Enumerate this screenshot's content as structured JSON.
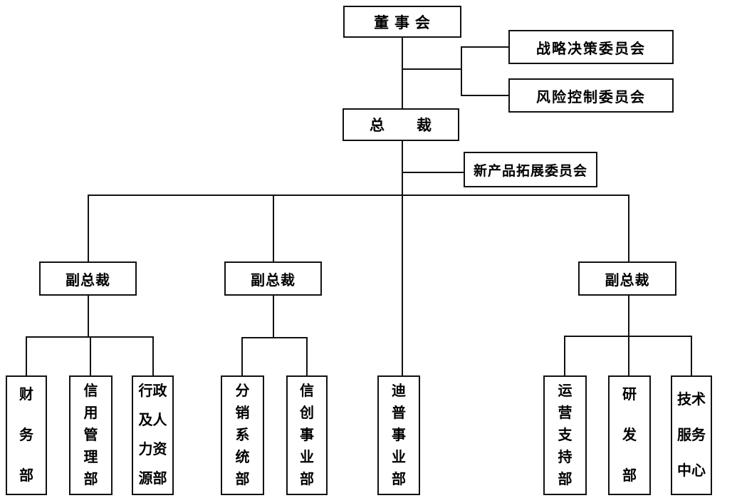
{
  "colors": {
    "background": "#ffffff",
    "line": "#111111",
    "text": "#000000"
  },
  "nodes": {
    "board": {
      "label": "董 事 会"
    },
    "strategy_committee": {
      "label": "战略决策委员会"
    },
    "risk_committee": {
      "label": "风险控制委员会"
    },
    "president": {
      "label": "总　　裁"
    },
    "new_product_committee": {
      "label": "新产品拓展委员会"
    },
    "vp_left": {
      "label": "副总裁"
    },
    "vp_middle": {
      "label": "副总裁"
    },
    "vp_right": {
      "label": "副总裁"
    },
    "dept_finance": {
      "label": "财\n务\n部"
    },
    "dept_credit_management": {
      "label": "信\n用\n管\n理\n部"
    },
    "dept_admin_hr": {
      "label": "行政\n及人\n力资\n源部"
    },
    "dept_distribution_system": {
      "label": "分\n销\n系\n统\n部"
    },
    "dept_xinchuang_business": {
      "label": "信\n创\n事\n业\n部"
    },
    "dept_dipu_business": {
      "label": "迪\n普\n事\n业\n部"
    },
    "dept_operations_support": {
      "label": "运\n营\n支\n持\n部"
    },
    "dept_rnd": {
      "label": "研\n发\n部"
    },
    "dept_tech_service_center": {
      "label": "技术\n服务\n中心"
    }
  },
  "edges": [
    {
      "from": "board",
      "to": "strategy_committee"
    },
    {
      "from": "board",
      "to": "risk_committee"
    },
    {
      "from": "board",
      "to": "president"
    },
    {
      "from": "president",
      "to": "new_product_committee"
    },
    {
      "from": "president",
      "to": "vp_left"
    },
    {
      "from": "president",
      "to": "vp_middle"
    },
    {
      "from": "president",
      "to": "dept_dipu_business"
    },
    {
      "from": "president",
      "to": "vp_right"
    },
    {
      "from": "vp_left",
      "to": "dept_finance"
    },
    {
      "from": "vp_left",
      "to": "dept_credit_management"
    },
    {
      "from": "vp_left",
      "to": "dept_admin_hr"
    },
    {
      "from": "vp_middle",
      "to": "dept_distribution_system"
    },
    {
      "from": "vp_middle",
      "to": "dept_xinchuang_business"
    },
    {
      "from": "vp_right",
      "to": "dept_operations_support"
    },
    {
      "from": "vp_right",
      "to": "dept_rnd"
    },
    {
      "from": "vp_right",
      "to": "dept_tech_service_center"
    }
  ]
}
